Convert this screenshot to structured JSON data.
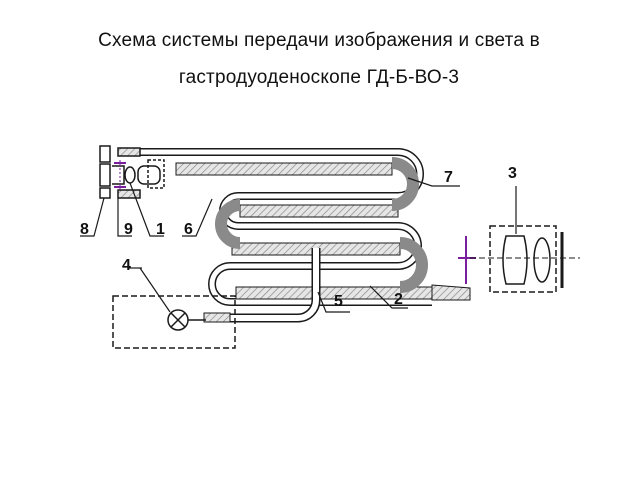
{
  "title": {
    "line1": "Схема системы передачи изображения и света в",
    "line2": "гастродуоденоскопе ГД-Б-ВО-3"
  },
  "labels": {
    "l1": "1",
    "l2": "2",
    "l3": "3",
    "l4": "4",
    "l5": "5",
    "l6": "6",
    "l7": "7",
    "l8": "8",
    "l9": "9"
  },
  "colors": {
    "line": "#1a1a1a",
    "bundle_fill": "#d9d9d9",
    "accent": "#7a1fa0"
  }
}
